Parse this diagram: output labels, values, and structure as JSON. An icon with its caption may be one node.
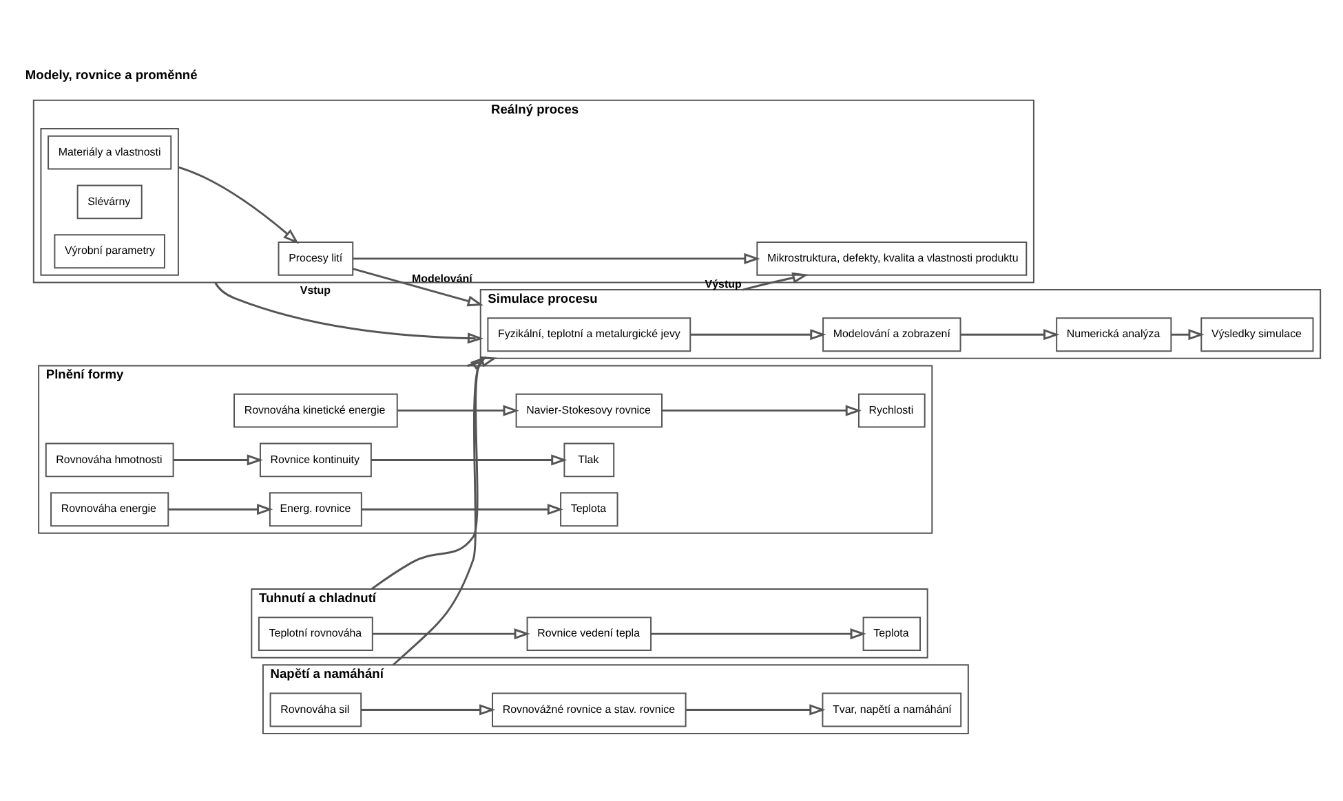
{
  "diagram": {
    "nodes": [
      {
        "text": [
          "Reálný proces"
        ]
      },
      {
        "text": [],
        "shape": "box",
        "in": 0
      },
      {
        "text": [
          "Materiály a vlastnosti"
        ],
        "in": 1
      },
      {
        "text": [
          "Slévárny"
        ],
        "in": 1
      },
      {
        "text": [
          "Výrobní parametry"
        ],
        "in": 1
      },
      {
        "text": [
          "Procesy lití"
        ],
        "in": 0
      },
      {
        "text": [
          "Mikrostruktura, defekty, kvalita a vlastnosti produktu"
        ],
        "in": 0
      },
      {
        "text": [
          "Simulace procesu"
        ]
      },
      {
        "text": [
          "Fyzikální, teplotní a metalurgické jevy"
        ],
        "in": 7
      },
      {
        "text": [
          "Modelování a zobrazení"
        ],
        "in": 7
      },
      {
        "text": [
          "Numerická analýza"
        ],
        "in": 7
      },
      {
        "text": [
          "Výsledky simulace"
        ],
        "in": 7
      },
      {
        "text": [
          "Plnění formy"
        ]
      },
      {
        "text": [
          "Rovnováha kinetické energie"
        ],
        "in": 12
      },
      {
        "text": [
          "Navier-Stokesovy rovnice"
        ],
        "in": 12
      },
      {
        "text": [
          "Rychlosti"
        ],
        "in": 12
      },
      {
        "text": [
          "Rovnováha hmotnosti"
        ],
        "in": 12
      },
      {
        "text": [
          "Rovnice kontinuity"
        ],
        "in": 12
      },
      {
        "text": [
          "Tlak"
        ],
        "in": 12
      },
      {
        "text": [
          "Rovnováha energie"
        ],
        "in": 12
      },
      {
        "text": [
          "Energ. rovnice"
        ],
        "in": 12
      },
      {
        "text": [
          "Teplota"
        ],
        "in": 12
      },
      {
        "text": [
          "Tuhnutí a chladnutí"
        ]
      },
      {
        "text": [
          "Teplotní rovnováha"
        ],
        "in": 22
      },
      {
        "text": [
          "Rovnice vedení tepla"
        ],
        "in": 22
      },
      {
        "text": [
          "Teplota"
        ],
        "in": 22
      },
      {
        "text": [
          "Napětí a namáhání"
        ]
      },
      {
        "text": [
          "Rovnováha sil"
        ],
        "in": 26
      },
      {
        "text": [
          "Rovnovážné rovnice a stav. rovnice"
        ],
        "in": 26
      },
      {
        "text": [
          "Tvar, napětí a namáhání"
        ],
        "in": 26
      }
    ],
    "edges": [
      {
        "from": 1,
        "to": 5,
        "arrow": "to"
      },
      {
        "from": 5,
        "to": 6,
        "arrow": "to"
      },
      {
        "from": 0,
        "to": 7,
        "arrow": "to",
        "label": "Vstup"
      },
      {
        "from": 5,
        "to": 7,
        "arrow": "to",
        "label": "Modelování"
      },
      {
        "from": 7,
        "to": 6,
        "arrow": "to",
        "label": "Výstup"
      },
      {
        "from": 8,
        "to": 9,
        "arrow": "to"
      },
      {
        "from": 9,
        "to": 10,
        "arrow": "to"
      },
      {
        "from": 10,
        "to": 11,
        "arrow": "to"
      },
      {
        "from": 12,
        "to": 7,
        "arrow": "to"
      },
      {
        "from": 22,
        "to": 7,
        "arrow": "to"
      },
      {
        "from": 26,
        "to": 7,
        "arrow": "to"
      },
      {
        "from": 13,
        "to": 14,
        "arrow": "to"
      },
      {
        "from": 14,
        "to": 15,
        "arrow": "to"
      },
      {
        "from": 16,
        "to": 17,
        "arrow": "to"
      },
      {
        "from": 17,
        "to": 18,
        "arrow": "to"
      },
      {
        "from": 19,
        "to": 20,
        "arrow": "to"
      },
      {
        "from": 20,
        "to": 21,
        "arrow": "to"
      },
      {
        "from": 23,
        "to": 24,
        "arrow": "to"
      },
      {
        "from": 24,
        "to": 25,
        "arrow": "to"
      },
      {
        "from": 27,
        "to": 28,
        "arrow": "to"
      },
      {
        "from": 28,
        "to": 29,
        "arrow": "to"
      }
    ],
    "labels": [
      "Modely, rovnice a proměnné"
    ]
  }
}
